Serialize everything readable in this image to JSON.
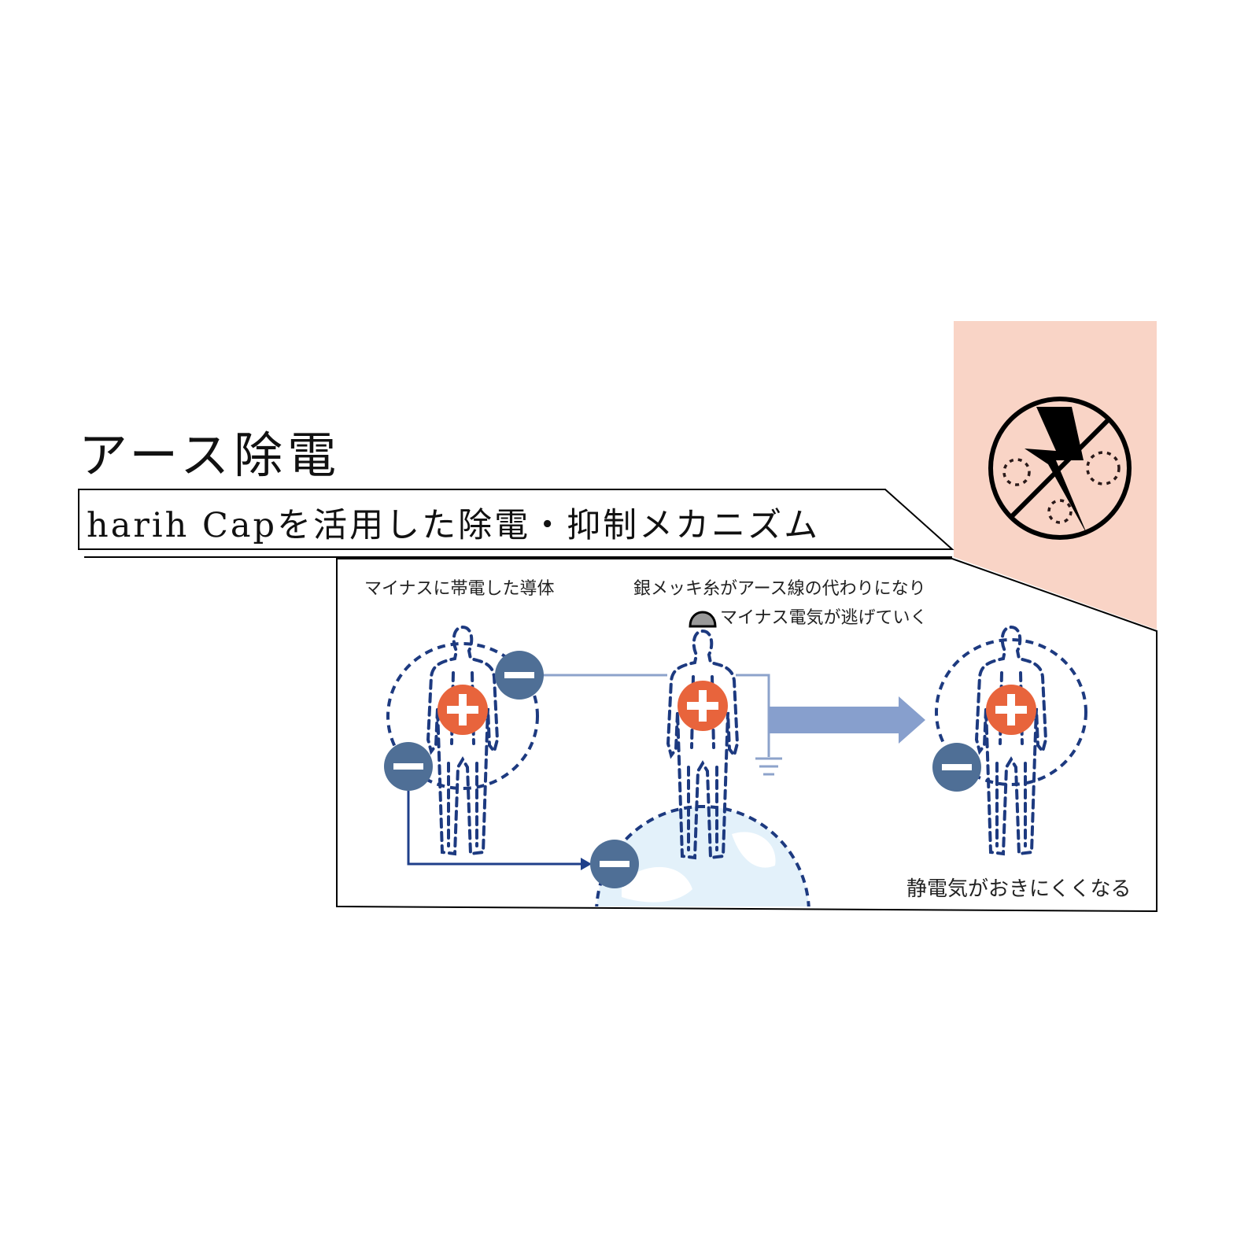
{
  "title": "アース除電",
  "subtitle": "harih Capを活用した除電・抑制メカニズム",
  "labels": {
    "charged_conductor": "マイナスに帯電した導体",
    "silver_thread_line1": "銀メッキ糸がアース線の代わりになり",
    "silver_thread_line2": "マイナス電気が逃げていく",
    "result": "静電気がおきにくくなる"
  },
  "icons": {
    "plus": "plus-charge-icon",
    "minus": "minus-charge-icon",
    "no_static": "no-static-electricity-icon",
    "ground": "ground-symbol-icon"
  },
  "colors": {
    "plus": "#e8643c",
    "minus": "#4f6f96",
    "outline": "#1d3a80",
    "arrow": "#879fcd",
    "panel": "#f9d4c6",
    "globe": "#e3f1fa"
  }
}
